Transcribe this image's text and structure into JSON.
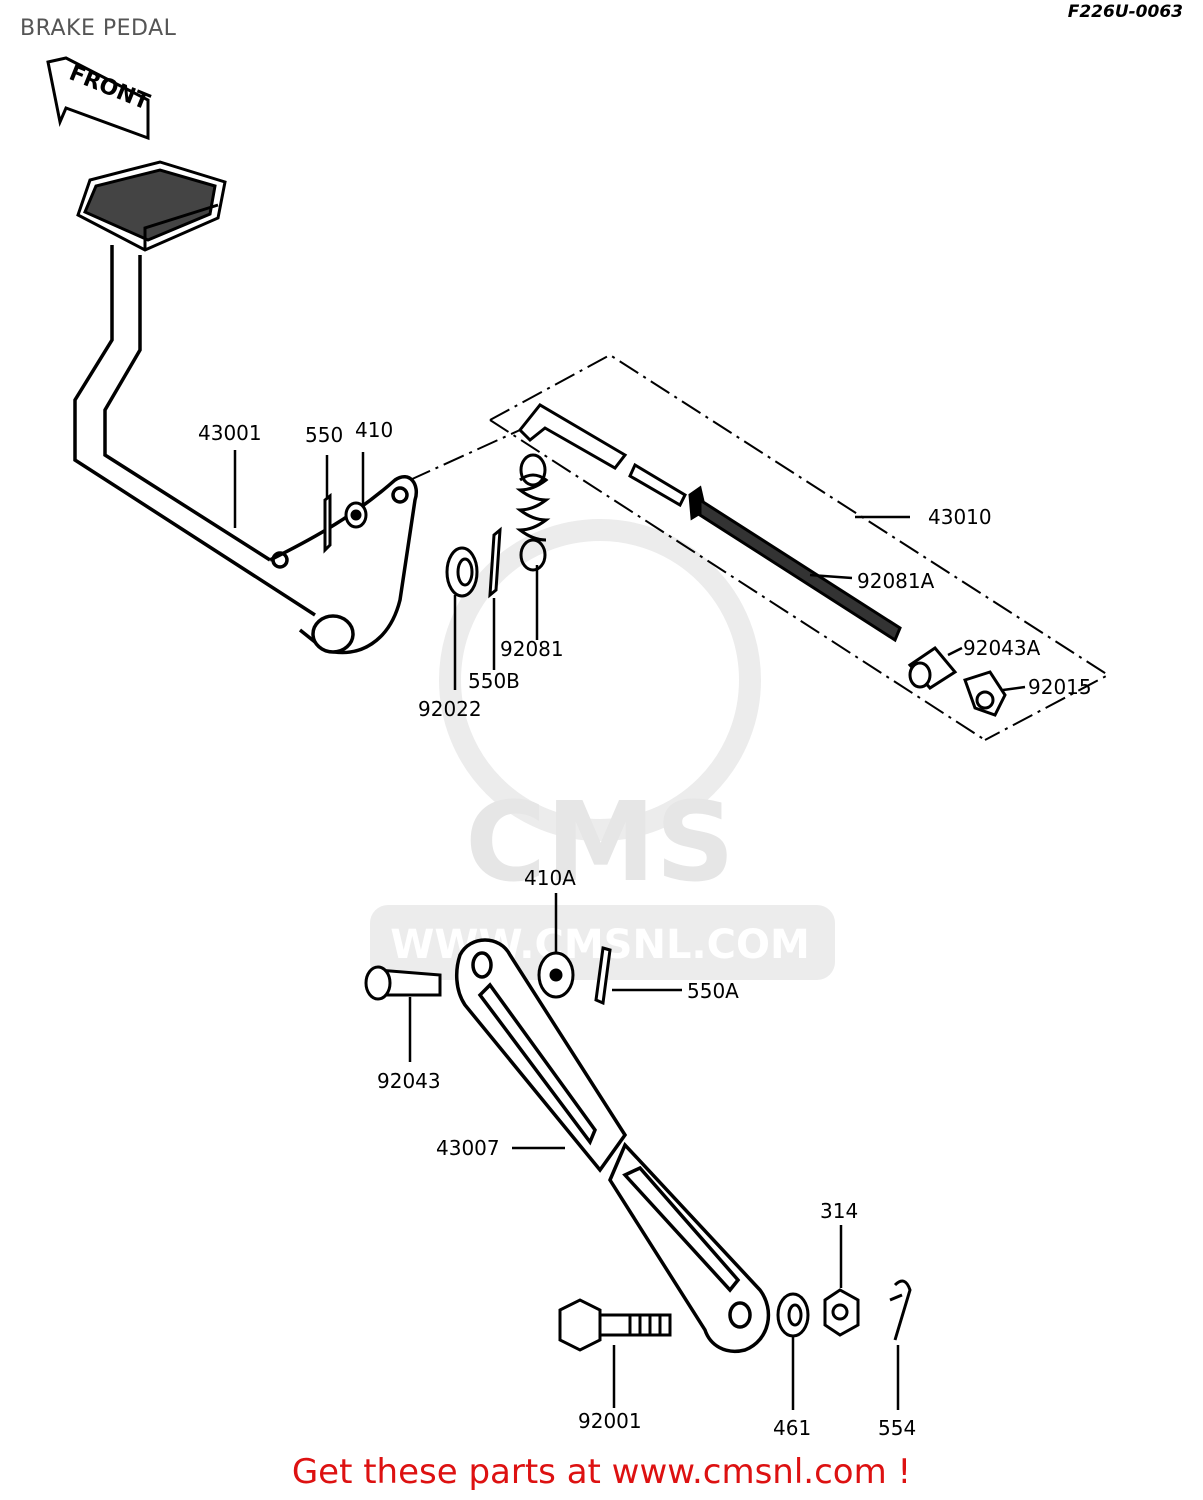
{
  "header": {
    "title": "BRAKE PEDAL",
    "diagram_code": "F226U-0063"
  },
  "direction_label": "FRONT",
  "watermark": {
    "brand": "CMS",
    "url": "WWW.CMSNL.COM"
  },
  "parts": [
    {
      "id": "43001",
      "label": "43001"
    },
    {
      "id": "550",
      "label": "550"
    },
    {
      "id": "410",
      "label": "410"
    },
    {
      "id": "43010",
      "label": "43010"
    },
    {
      "id": "92081A",
      "label": "92081A"
    },
    {
      "id": "92043A",
      "label": "92043A"
    },
    {
      "id": "92015",
      "label": "92015"
    },
    {
      "id": "92081",
      "label": "92081"
    },
    {
      "id": "550B",
      "label": "550B"
    },
    {
      "id": "92022",
      "label": "92022"
    },
    {
      "id": "410A",
      "label": "410A"
    },
    {
      "id": "550A",
      "label": "550A"
    },
    {
      "id": "92043",
      "label": "92043"
    },
    {
      "id": "43007",
      "label": "43007"
    },
    {
      "id": "314",
      "label": "314"
    },
    {
      "id": "92001",
      "label": "92001"
    },
    {
      "id": "461",
      "label": "461"
    },
    {
      "id": "554",
      "label": "554"
    }
  ],
  "footer": {
    "text": "Get these parts at www.cmsnl.com !"
  },
  "colors": {
    "line": "#000000",
    "footer": "#dd1111",
    "watermark": "#e8e8e8"
  }
}
